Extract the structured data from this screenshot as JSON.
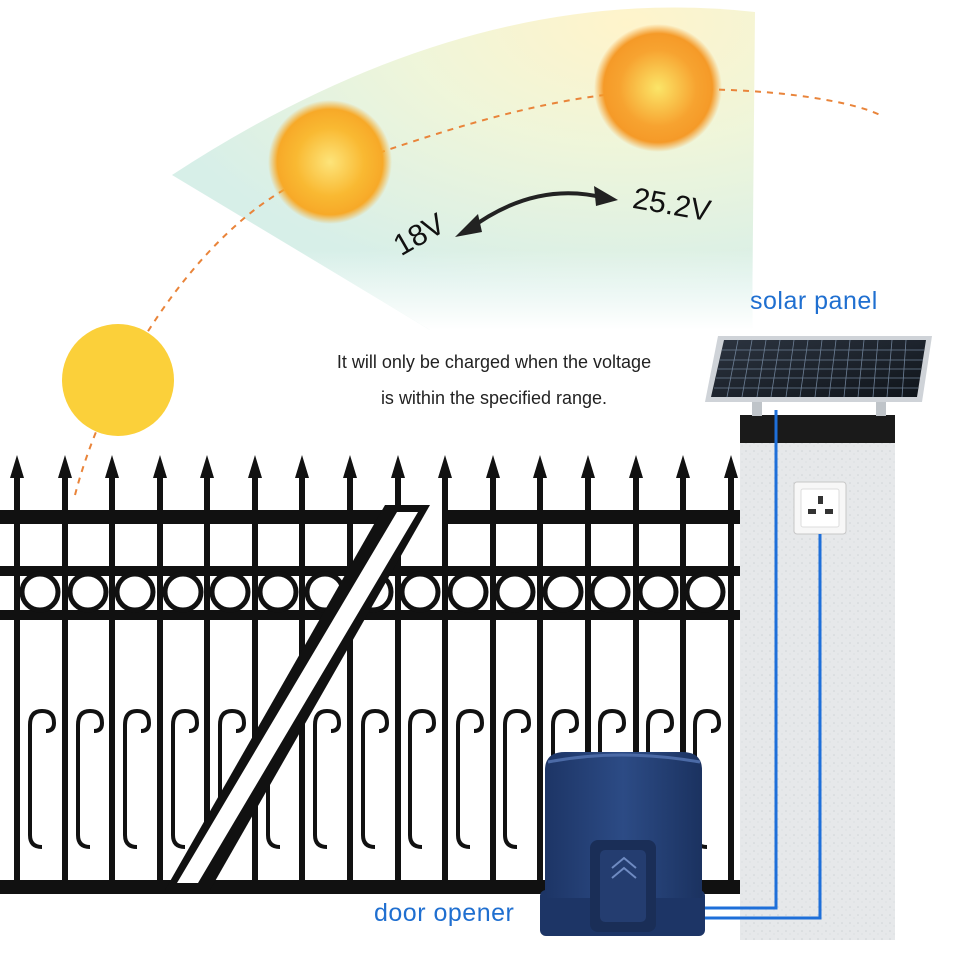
{
  "labels": {
    "solar_panel": "solar panel",
    "door_opener": "door opener",
    "voltage_low": "18V",
    "voltage_high": "25.2V",
    "note_line1": "It will only be charged when the voltage",
    "note_line2": "is within the specified range."
  },
  "colors": {
    "label_blue": "#1f6fd0",
    "wire_blue": "#1e6fd9",
    "sun_orange": "#f7a928",
    "sun_yellow": "#fbd03a",
    "sun_path": "#e9843a",
    "fence": "#111111",
    "opener_body": "#26437a",
    "pillar": "#e4e6e8"
  },
  "icons": [
    "sun-icon",
    "solar-panel-icon",
    "power-socket-icon",
    "door-opener-icon"
  ]
}
